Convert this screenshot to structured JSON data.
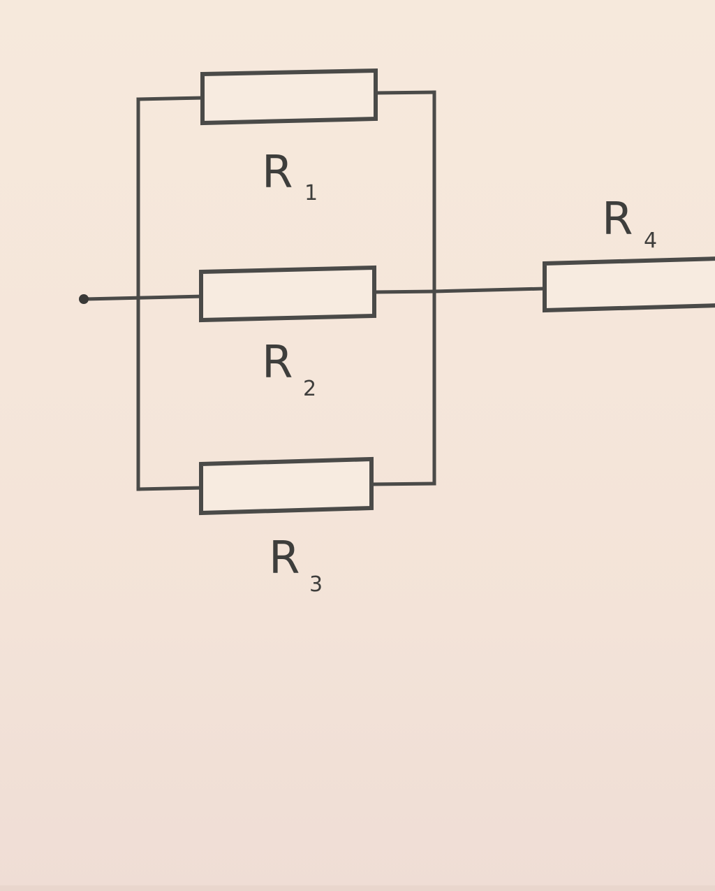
{
  "resistors": {
    "r1": {
      "letter": "R",
      "index": "1"
    },
    "r2": {
      "letter": "R",
      "index": "2"
    },
    "r3": {
      "letter": "R",
      "index": "3"
    },
    "r4": {
      "letter": "R",
      "index": "4"
    }
  }
}
